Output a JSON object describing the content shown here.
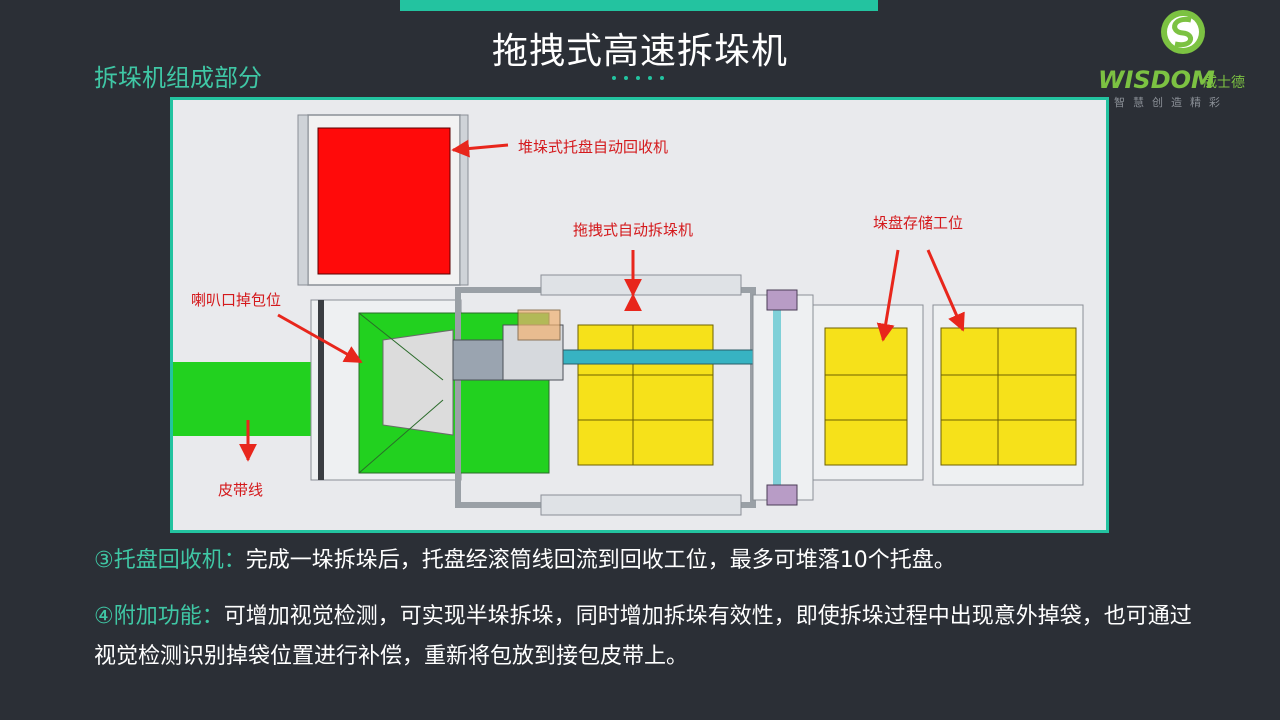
{
  "title": "拖拽式高速拆垛机",
  "subtitle": "拆垛机组成部分",
  "logo": {
    "brand": "WISDOM",
    "brand_cn": "威士德",
    "slogan": "智慧创造精彩"
  },
  "diagram": {
    "labels": {
      "recycler": "堆垛式托盘自动回收机",
      "destacker": "拖拽式自动拆垛机",
      "storage": "垛盘存储工位",
      "horn": "喇叭口掉包位",
      "belt": "皮带线"
    }
  },
  "paragraphs": {
    "p1_heading": "③托盘回收机：",
    "p1_body": "完成一垛拆垛后，托盘经滚筒线回流到回收工位，最多可堆落10个托盘。",
    "p2_heading": "④附加功能：",
    "p2_body": "可增加视觉检测，可实现半垛拆垛，同时增加拆垛有效性，即使拆垛过程中出现意外掉袋，也可通过视觉检测识别掉袋位置进行补偿，重新将包放到接包皮带上。"
  },
  "colors": {
    "background": "#2b2f36",
    "accent": "#23c3a0",
    "heading": "#3fc7a5",
    "arrow": "#e8261c",
    "bag": "#f6e11a",
    "green": "#22d11f",
    "red_block": "#ff0a0a"
  }
}
